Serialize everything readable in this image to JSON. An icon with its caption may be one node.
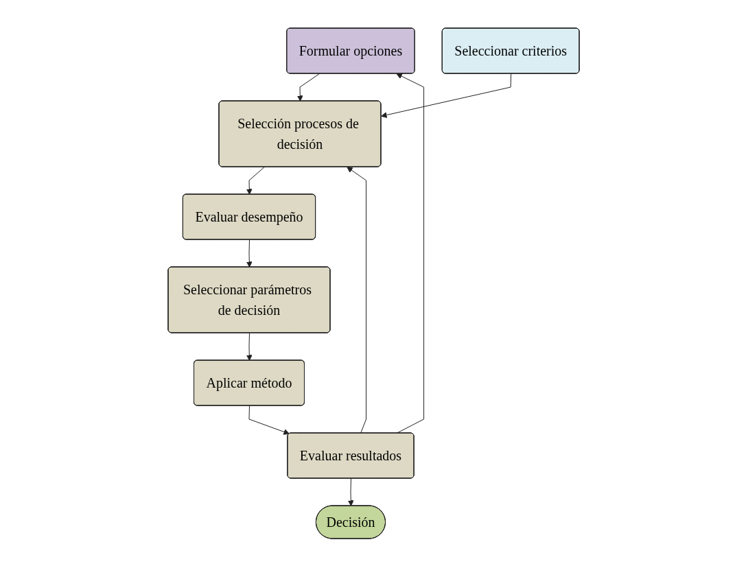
{
  "diagram": {
    "nodes": [
      {
        "text": [
          "Formular opciones"
        ]
      },
      {
        "text": [
          "Seleccionar criterios"
        ]
      },
      {
        "text": [
          "Selección procesos de decisión"
        ]
      },
      {
        "text": [
          "Evaluar desempeño"
        ]
      },
      {
        "text": [
          "Seleccionar parámetros de decisión"
        ]
      },
      {
        "text": [
          "Aplicar método"
        ]
      },
      {
        "text": [
          "Evaluar resultados"
        ]
      },
      {
        "text": [
          "Decisión"
        ]
      }
    ],
    "edges": [
      {
        "from": 0,
        "to": 2,
        "arrow": "to"
      },
      {
        "from": 1,
        "to": 2,
        "arrow": "to"
      },
      {
        "from": 2,
        "to": 3,
        "arrow": "to"
      },
      {
        "from": 3,
        "to": 4,
        "arrow": "to"
      },
      {
        "from": 4,
        "to": 5,
        "arrow": "to"
      },
      {
        "from": 5,
        "to": 6,
        "arrow": "to"
      },
      {
        "from": 6,
        "to": 7,
        "arrow": "to"
      },
      {
        "from": 6,
        "to": 0,
        "arrow": "to"
      },
      {
        "from": 6,
        "to": 2,
        "arrow": "to"
      }
    ]
  }
}
